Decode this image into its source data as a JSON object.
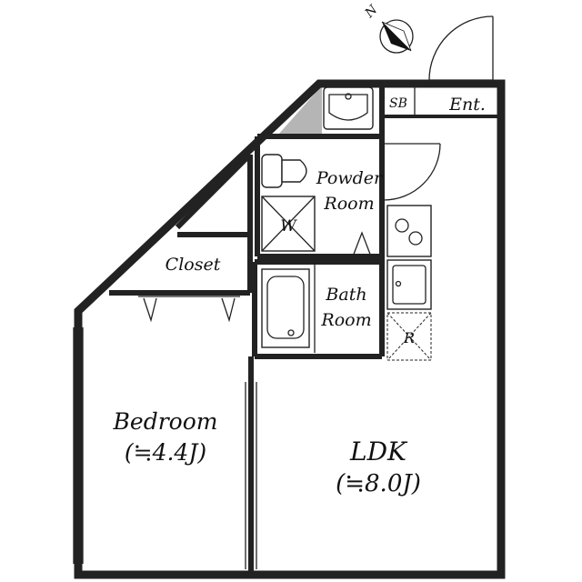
{
  "compass": {
    "label": "N",
    "icon": "north-arrow-icon"
  },
  "rooms": {
    "shoe_box": "SB",
    "entrance": "Ent.",
    "powder_room": {
      "line1": "Powder",
      "line2": "Room"
    },
    "washer": "W",
    "closet": "Closet",
    "bath_room": {
      "line1": "Bath",
      "line2": "Room"
    },
    "refrigerator": "R",
    "bedroom": {
      "name": "Bedroom",
      "size": "(≒4.4J)"
    },
    "ldk": {
      "name": "LDK",
      "size": "(≒8.0J)"
    }
  },
  "colors": {
    "wall": "#222222",
    "fill": "#b8b8b8",
    "background": "#ffffff"
  }
}
